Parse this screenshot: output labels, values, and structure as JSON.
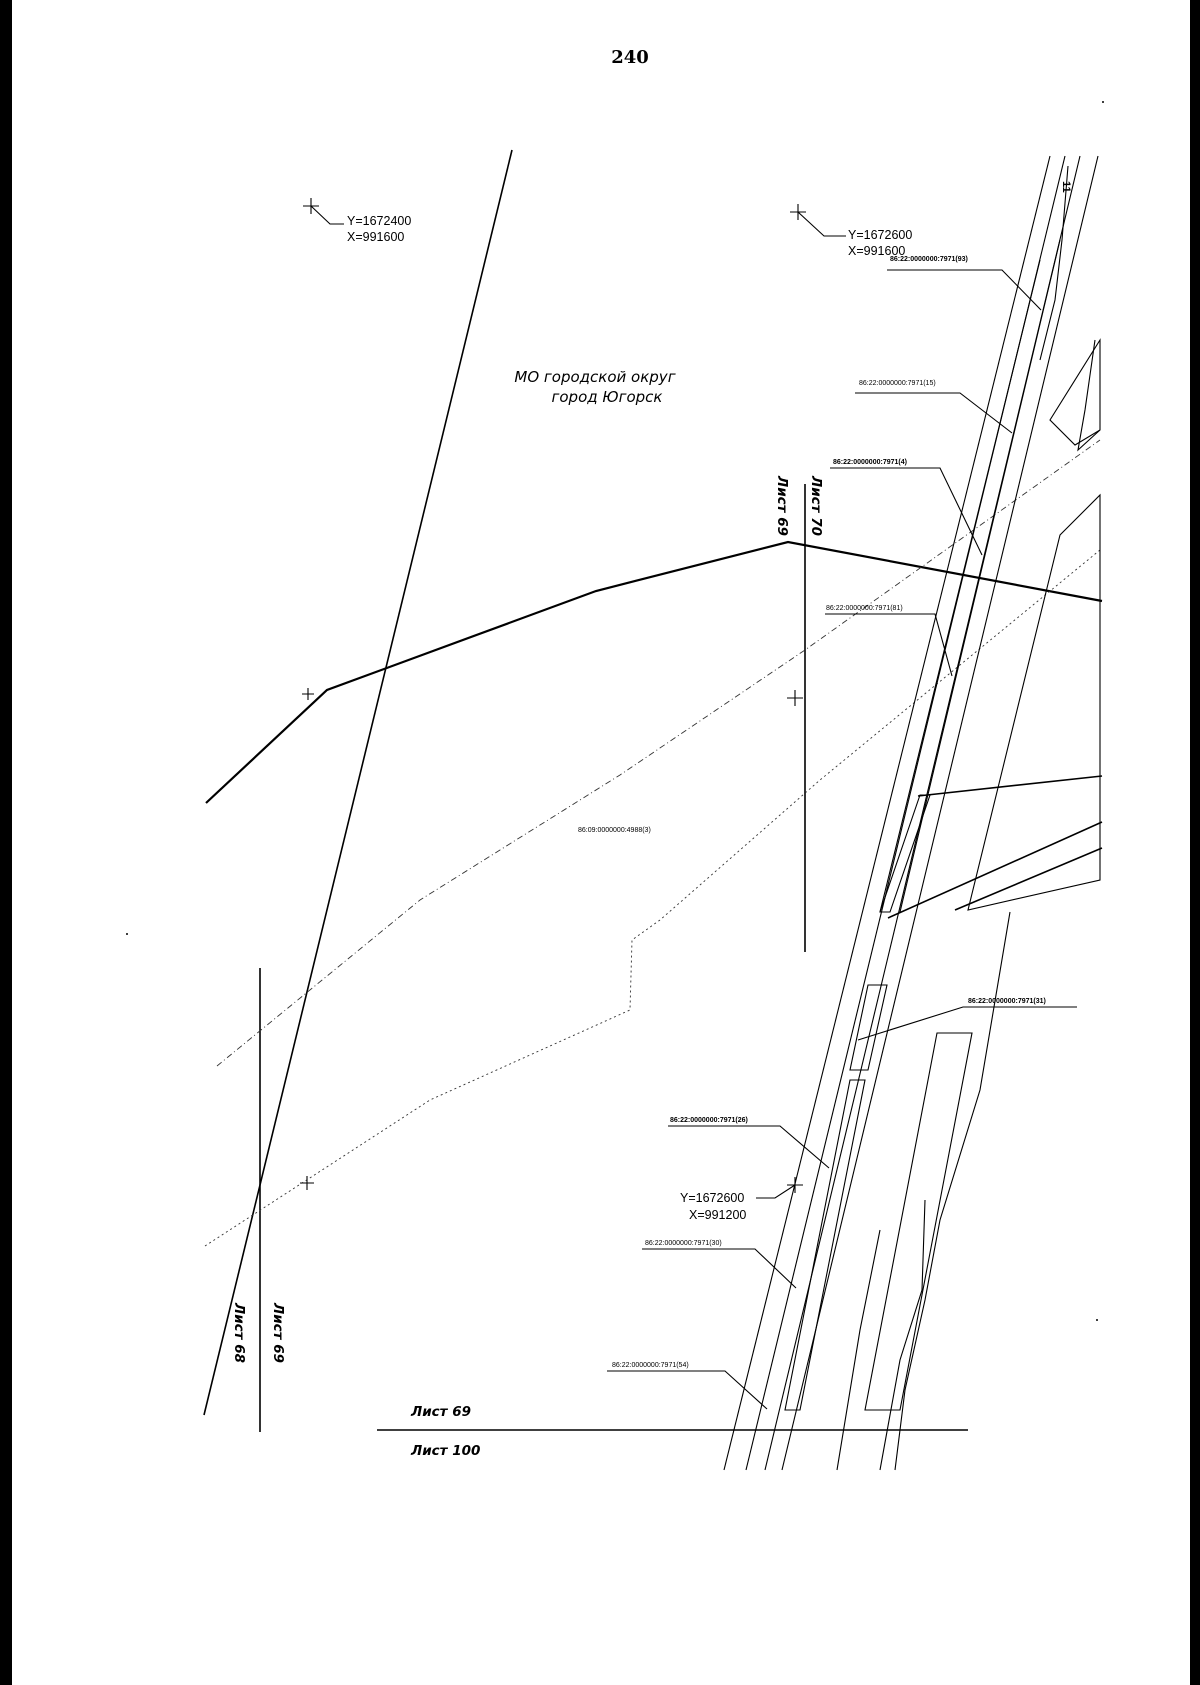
{
  "page_number": "240",
  "region_label": {
    "line1": "МО городской округ",
    "line2": "город Югорск"
  },
  "coordinates": [
    {
      "y": "Y=1672400",
      "x": "X=991600"
    },
    {
      "y": "Y=1672600",
      "x": "X=991600"
    },
    {
      "y": "Y=1672600",
      "x": "X=991200"
    }
  ],
  "parcel_labels": [
    "86:22:0000000:7971(93)",
    "86:22:0000000:7971(15)",
    "86:22:0000000:7971(4)",
    "86:22:0000000:7971(81)",
    "86:09:0000000:4988(3)",
    "86:22:0000000:7971(31)",
    "86:22:0000000:7971(26)",
    "86:22:0000000:7971(30)",
    "86:22:0000000:7971(54)"
  ],
  "sheet_labels": {
    "sheet69_top": "Лист 69",
    "sheet70": "Лист 70",
    "sheet68": "Лист 68",
    "sheet69_left": "Лист 69",
    "sheet69_bottom": "Лист 69",
    "sheet100": "Лист 100"
  },
  "marker_label": "11"
}
